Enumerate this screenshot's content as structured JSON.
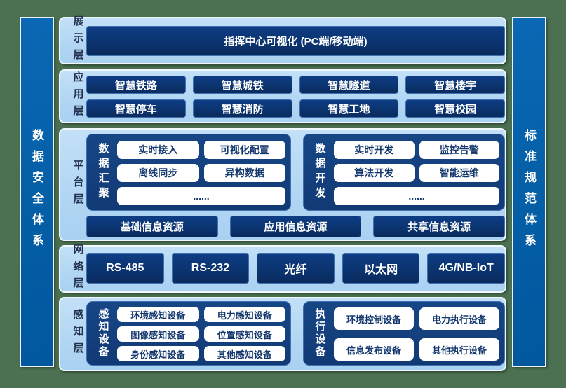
{
  "diagram": {
    "left_bar": "数据安全体系",
    "right_bar": "标准规范体系",
    "colors": {
      "background_green": "#4b7152",
      "panel_light_blue": "#b1d6f3",
      "navy_box": "#0b346f",
      "pillar_blue": "#0560a8",
      "pill_text_navy": "#14386e"
    },
    "layers": {
      "display": {
        "label": "展示层",
        "main_box": "指挥中心可视化 (PC端/移动端)"
      },
      "application": {
        "label": "应用层",
        "buttons": [
          "智慧铁路",
          "智慧城铁",
          "智慧隧道",
          "智慧楼宇",
          "智慧停车",
          "智慧消防",
          "智慧工地",
          "智慧校园"
        ]
      },
      "platform": {
        "label": "平台层",
        "groups": [
          {
            "title": "数据汇聚",
            "items": [
              "实时接入",
              "可视化配置",
              "离线同步",
              "异构数据"
            ],
            "ellipsis": "......"
          },
          {
            "title": "数据开发",
            "items": [
              "实时开发",
              "监控告警",
              "算法开发",
              "智能运维"
            ],
            "ellipsis": "......"
          }
        ],
        "resources": [
          "基础信息资源",
          "应用信息资源",
          "共享信息资源"
        ]
      },
      "network": {
        "label": "网络层",
        "buttons": [
          "RS-485",
          "RS-232",
          "光纤",
          "以太网",
          "4G/NB-IoT"
        ]
      },
      "perception": {
        "label": "感知层",
        "groups": [
          {
            "title": "感知设备",
            "items": [
              "环境感知设备",
              "电力感知设备",
              "图像感知设备",
              "位置感知设备",
              "身份感知设备",
              "其他感知设备"
            ]
          },
          {
            "title": "执行设备",
            "items": [
              "环境控制设备",
              "电力执行设备",
              "信息发布设备",
              "其他执行设备"
            ]
          }
        ]
      }
    }
  }
}
